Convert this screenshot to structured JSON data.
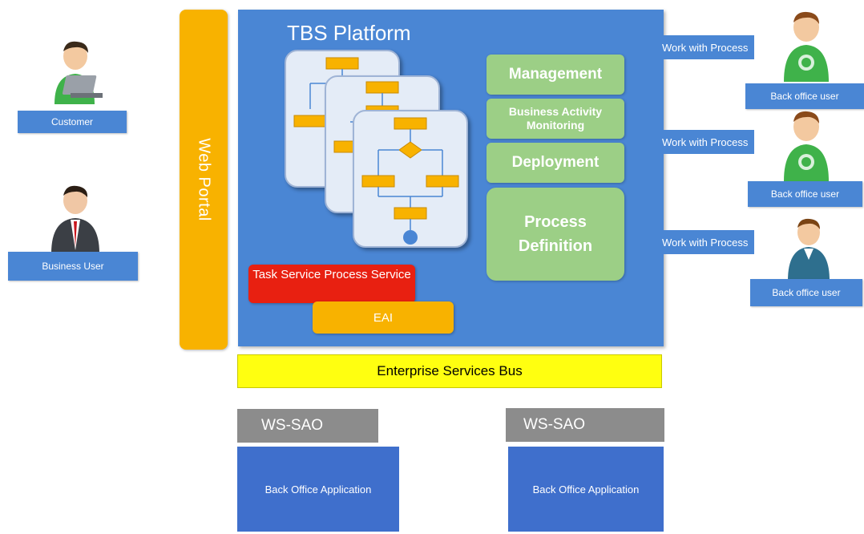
{
  "actors_left": [
    {
      "label": "Customer"
    },
    {
      "label": "Business User"
    }
  ],
  "web_portal": {
    "label": "Web Portal"
  },
  "platform": {
    "title": "TBS Platform",
    "modules": [
      {
        "label": "Management"
      },
      {
        "label": "Business Activity Monitoring"
      },
      {
        "label": "Deployment"
      },
      {
        "label": "Process Definition"
      }
    ],
    "task_service": "Task Service Process Service",
    "eai": "EAI"
  },
  "esb": {
    "label": "Enterprise Services Bus"
  },
  "right_users": [
    {
      "arrow_label": "Work with Process",
      "user_label": "Back office user"
    },
    {
      "arrow_label": "Work with Process",
      "user_label": "Back office user"
    },
    {
      "arrow_label": "Work with Process",
      "user_label": "Back office user"
    }
  ],
  "backends": [
    {
      "ws_label": "WS-SAO",
      "app_label": "Back Office Application"
    },
    {
      "ws_label": "WS-SAO",
      "app_label": "Back Office Application"
    }
  ],
  "colors": {
    "platform_blue": "#4a86d4",
    "portal_orange": "#f8b200",
    "module_green": "#9ccf86",
    "task_red": "#e82011",
    "esb_yellow": "#ffff10",
    "ws_gray": "#8c8c8c",
    "app_blue": "#3f6fcc"
  }
}
